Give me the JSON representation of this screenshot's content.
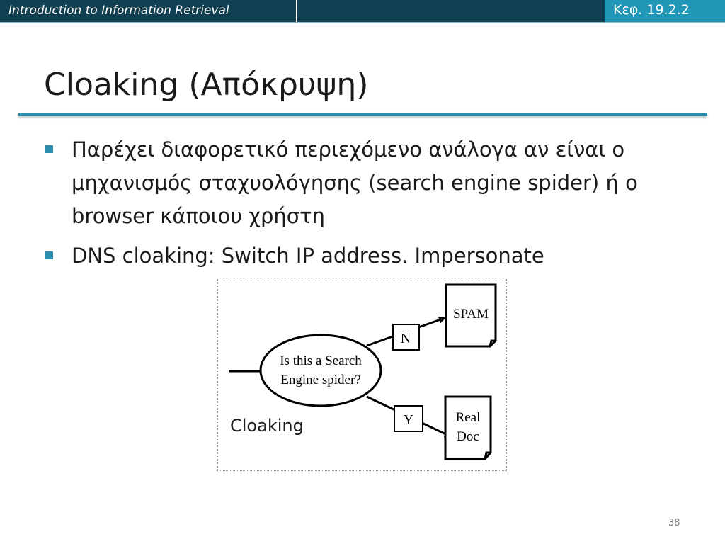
{
  "header": {
    "course_title": "Introduction to Information Retrieval",
    "chapter": "Κεφ. 19.2.2",
    "colors": {
      "dark_band": "#0f3f50",
      "accent_band": "#2197b8"
    }
  },
  "slide": {
    "title": "Cloaking (Απόκρυψη)",
    "bullets": [
      {
        "text": "Παρέχει διαφορετικό περιεχόμενο ανάλογα αν είναι ο μηχανισμός σταχυολόγησης (search engine spider) ή ο browser κάποιου χρήστη"
      },
      {
        "text": "DNS cloaking: Switch IP address. Impersonate"
      }
    ],
    "page_number": "38"
  },
  "diagram": {
    "question_line1": "Is this a Search",
    "question_line2": "Engine spider?",
    "no_label": "N",
    "yes_label": "Y",
    "spam_label": "SPAM",
    "real_doc_line1": "Real",
    "real_doc_line2": "Doc",
    "caption": "Cloaking"
  }
}
